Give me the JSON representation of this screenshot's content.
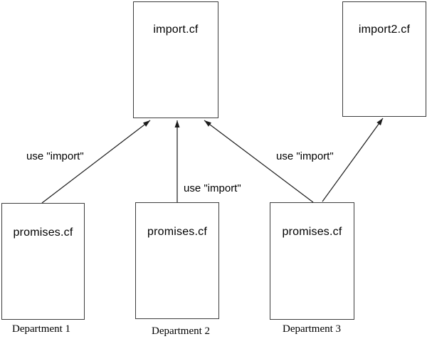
{
  "diagram": {
    "type": "dependency-diagram",
    "colors": {
      "background": "#ffffff",
      "box_border": "#3d3d3d",
      "line": "#1c1c1c",
      "text": "#000000"
    },
    "boxes": [
      {
        "id": "import-cf",
        "label": "import.cf"
      },
      {
        "id": "import2-cf",
        "label": "import2.cf"
      },
      {
        "id": "promises-dept1",
        "label": "promises.cf"
      },
      {
        "id": "promises-dept2",
        "label": "promises.cf"
      },
      {
        "id": "promises-dept3",
        "label": "promises.cf"
      }
    ],
    "edge_labels": [
      {
        "text": "use \"import\""
      },
      {
        "text": "use \"import\""
      },
      {
        "text": "use \"import\""
      }
    ],
    "edges": [
      {
        "from": "promises-dept1",
        "to": "import-cf",
        "label": "use \"import\""
      },
      {
        "from": "promises-dept2",
        "to": "import-cf",
        "label": "use \"import\""
      },
      {
        "from": "promises-dept3",
        "to": "import-cf",
        "label": "use \"import\""
      },
      {
        "from": "promises-dept3",
        "to": "import2-cf",
        "label": ""
      }
    ],
    "captions": [
      {
        "text": "Department 1"
      },
      {
        "text": "Department 2"
      },
      {
        "text": "Department 3"
      }
    ]
  }
}
